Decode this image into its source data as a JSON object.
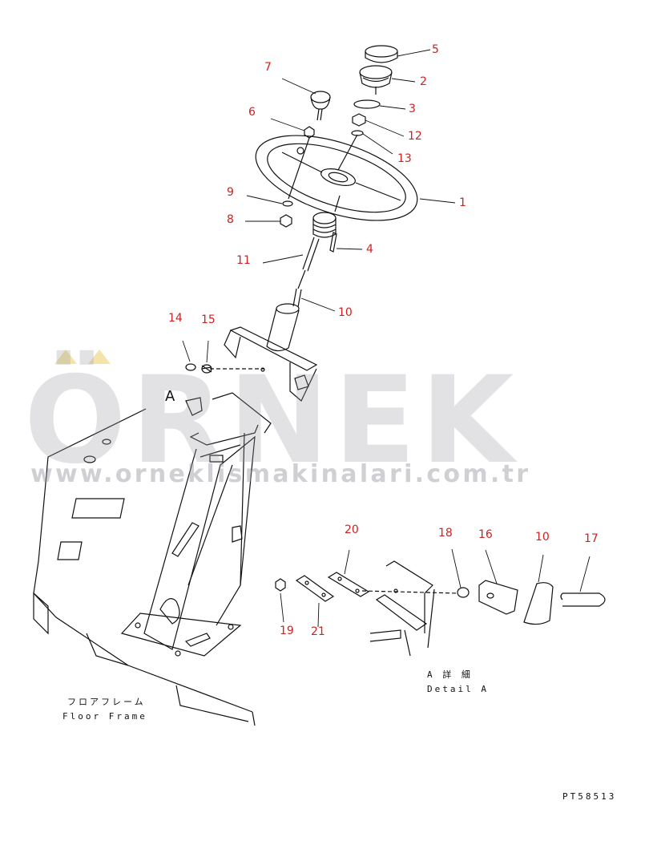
{
  "callouts": {
    "c1": "1",
    "c2": "2",
    "c3": "3",
    "c4": "4",
    "c5": "5",
    "c6": "6",
    "c7": "7",
    "c8": "8",
    "c9": "9",
    "c10": "10",
    "c11": "11",
    "c12": "12",
    "c13": "13",
    "c14": "14",
    "c15": "15",
    "c16": "16",
    "c17": "17",
    "c18": "18",
    "c19": "19",
    "c20": "20",
    "c21": "21",
    "c10b": "10"
  },
  "view_marker": "A",
  "captions": {
    "floor_jp": "フロアフレーム",
    "floor_en": "Floor Frame",
    "detail_jp": "A 詳 細",
    "detail_en": "Detail A"
  },
  "watermark": {
    "word": "ÖRNEK",
    "url": "www.orneklismakinalari.com.tr"
  },
  "page_code": "PT58513",
  "colors": {
    "callout": "#cc2222",
    "line": "#111111",
    "watermark_gray": "#9696a0",
    "watermark_gold": "#ebcd64"
  }
}
